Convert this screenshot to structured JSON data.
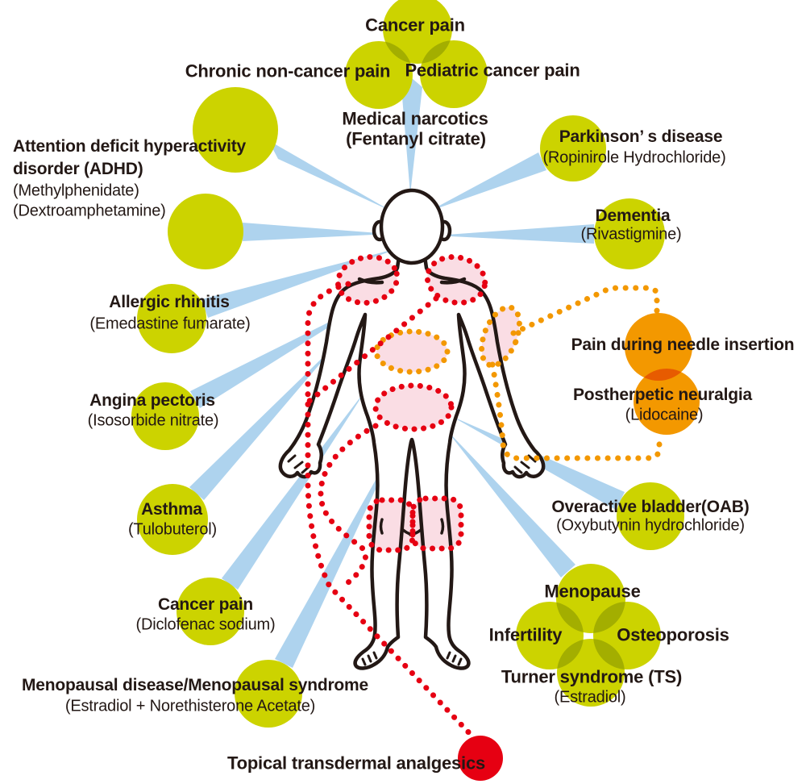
{
  "colors": {
    "circle_green": "#ccd300",
    "circle_orange": "#f39800",
    "circle_red": "#e60012",
    "region_pink": "#fadde4",
    "dot_red": "#e60012",
    "dot_orange": "#f39800",
    "ray_blue": "#aed3ee",
    "body_line": "#231815",
    "text_dark": "#231815",
    "body_fill": "#ffffff"
  },
  "top_cluster": {
    "cancer_pain": "Cancer pain",
    "chronic_non_cancer_pain": "Chronic non-cancer pain",
    "pediatric_cancer_pain": "Pediatric cancer pain",
    "drug_class": "Medical narcotics",
    "drug": "(Fentanyl citrate)"
  },
  "left_column": {
    "adhd": {
      "name_line1": "Attention deficit hyperactivity",
      "name_line2": "disorder (ADHD)",
      "drug1": "(Methylphenidate)",
      "drug2": "(Dextroamphetamine)"
    },
    "allergic_rhinitis": {
      "name": "Allergic rhinitis",
      "drug": "(Emedastine fumarate)"
    },
    "angina_pectoris": {
      "name": "Angina pectoris",
      "drug": "(Isosorbide nitrate)"
    },
    "asthma": {
      "name": "Asthma",
      "drug": "(Tulobuterol)"
    },
    "cancer_pain": {
      "name": "Cancer pain",
      "drug": "(Diclofenac sodium)"
    },
    "menopausal_disease": {
      "name": "Menopausal disease/Menopausal syndrome",
      "drug": "(Estradiol + Norethisterone Acetate)"
    }
  },
  "right_column": {
    "parkinsons": {
      "name": "Parkinson’ s disease",
      "drug": "(Ropinirole Hydrochloride)"
    },
    "dementia": {
      "name": "Dementia",
      "drug": "(Rivastigmine)"
    },
    "pain_during_needle_insertion": {
      "name": "Pain during needle insertion"
    },
    "postherpetic_neuralgia": {
      "name": "Postherpetic neuralgia",
      "drug": "(Lidocaine)"
    },
    "overactive_bladder": {
      "name": "Overactive bladder(OAB)",
      "drug": "(Oxybutynin hydrochloride)"
    },
    "menopause_cluster": {
      "menopause": "Menopause",
      "infertility": "Infertility",
      "osteoporosis": "Osteoporosis",
      "turner_syndrome": "Turner syndrome (TS)",
      "drug": "(Estradiol)"
    }
  },
  "bottom": {
    "topical_transdermal_analgesics": "Topical transdermal analgesics"
  }
}
